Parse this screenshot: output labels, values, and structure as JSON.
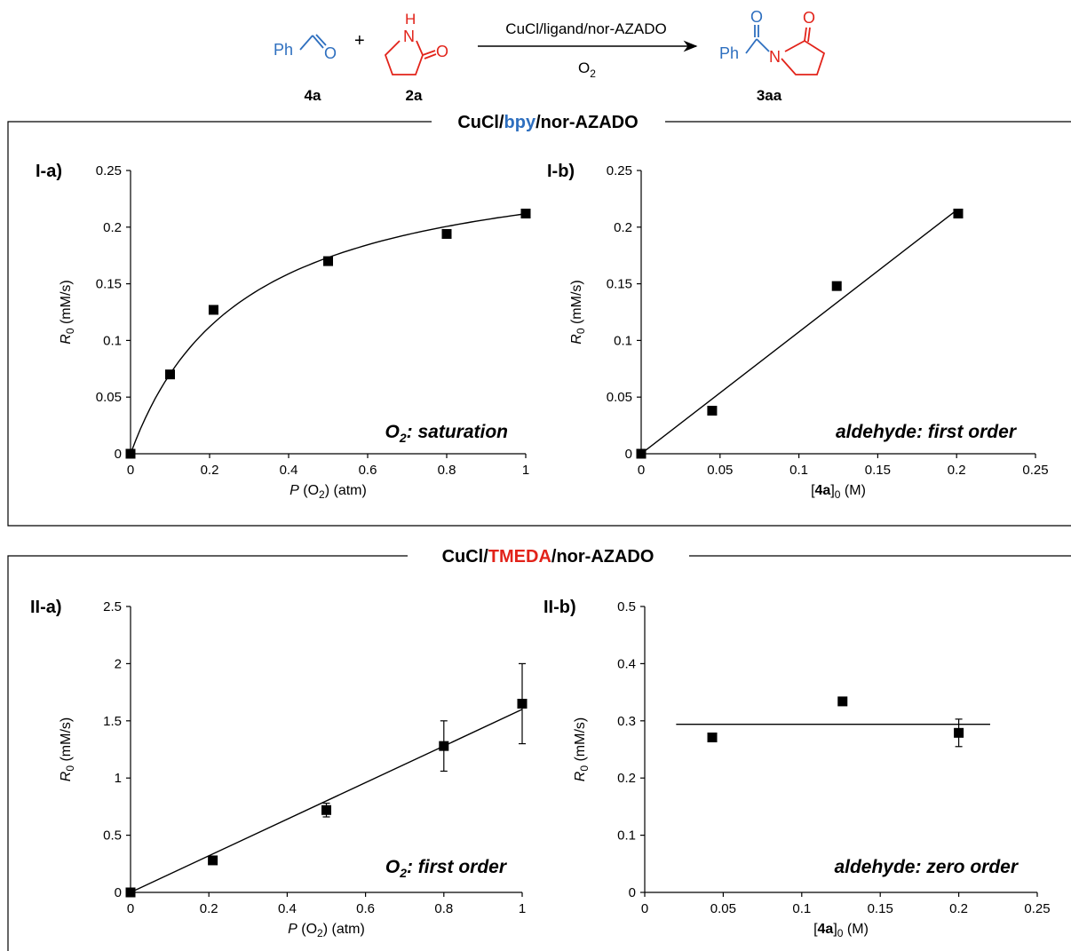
{
  "colors": {
    "blue": "#2e6fbf",
    "red": "#e2231a",
    "black": "#000000"
  },
  "scheme": {
    "reactant1_label": "Ph",
    "reactant1_o": "O",
    "plus": "+",
    "reactant2_nh": "H",
    "reactant2_n": "N",
    "reactant2_o": "O",
    "conditions_top": "CuCl/ligand/nor-AZADO",
    "conditions_bottom_main": "O",
    "conditions_bottom_sub": "2",
    "product_ph": "Ph",
    "product_o1": "O",
    "product_n": "N",
    "product_o2": "O",
    "cpd_4a": "4a",
    "cpd_2a": "2a",
    "cpd_3aa": "3aa"
  },
  "sections": [
    {
      "pre": "CuCl/",
      "ligand": "bpy",
      "ligand_color": "blue",
      "post": "/nor-AZADO"
    },
    {
      "pre": "CuCl/",
      "ligand": "TMEDA",
      "ligand_color": "red",
      "post": "/nor-AZADO"
    }
  ],
  "chart_data": [
    {
      "id": "I-a",
      "type": "scatter",
      "panel_label": "I-a)",
      "ylabel_main": "R",
      "ylabel_sub": "0",
      "ylabel_rest": " (mM/s)",
      "xlabel_italic": "P",
      "xlabel_mid": " (O",
      "xlabel_sub": "2",
      "xlabel_rest": ") (atm)",
      "xlim": [
        0,
        1
      ],
      "ylim": [
        0,
        0.25
      ],
      "xticks": [
        "0",
        "0.2",
        "0.4",
        "0.6",
        "0.8",
        "1"
      ],
      "yticks": [
        "0",
        "0.05",
        "0.1",
        "0.15",
        "0.2",
        "0.25"
      ],
      "points": [
        {
          "x": 0,
          "y": 0
        },
        {
          "x": 0.1,
          "y": 0.07
        },
        {
          "x": 0.21,
          "y": 0.127
        },
        {
          "x": 0.5,
          "y": 0.17
        },
        {
          "x": 0.8,
          "y": 0.194
        },
        {
          "x": 1,
          "y": 0.212
        }
      ],
      "fit": {
        "kind": "saturation",
        "vmax": 0.2725,
        "km": 0.2866,
        "x_from": 0,
        "x_to": 1
      },
      "annotation": {
        "main": "O",
        "sub": "2",
        "rest": ": saturation"
      }
    },
    {
      "id": "I-b",
      "type": "scatter",
      "panel_label": "I-b)",
      "ylabel_main": "R",
      "ylabel_sub": "0",
      "ylabel_rest": " (mM/s)",
      "xlabel_pre": "[",
      "xlabel_bold": "4a",
      "xlabel_mid": "]",
      "xlabel_sub": "0",
      "xlabel_rest": " (M)",
      "xlim": [
        0,
        0.25
      ],
      "ylim": [
        0,
        0.25
      ],
      "xticks": [
        "0",
        "0.05",
        "0.1",
        "0.15",
        "0.2",
        "0.25"
      ],
      "yticks": [
        "0",
        "0.05",
        "0.1",
        "0.15",
        "0.2",
        "0.25"
      ],
      "points": [
        {
          "x": 0,
          "y": 0
        },
        {
          "x": 0.045,
          "y": 0.038
        },
        {
          "x": 0.124,
          "y": 0.148
        },
        {
          "x": 0.201,
          "y": 0.212
        }
      ],
      "fit": {
        "kind": "linear",
        "slope": 1.075,
        "intercept": 0,
        "x_from": 0,
        "x_to": 0.2
      },
      "annotation": {
        "main": "aldehyde: first order"
      }
    },
    {
      "id": "II-a",
      "type": "scatter",
      "panel_label": "II-a)",
      "ylabel_main": "R",
      "ylabel_sub": "0",
      "ylabel_rest": " (mM/s)",
      "xlabel_italic": "P",
      "xlabel_mid": " (O",
      "xlabel_sub": "2",
      "xlabel_rest": ") (atm)",
      "xlim": [
        0,
        1
      ],
      "ylim": [
        0,
        2.5
      ],
      "xticks": [
        "0",
        "0.2",
        "0.4",
        "0.6",
        "0.8",
        "1"
      ],
      "yticks": [
        "0",
        "0.5",
        "1",
        "1.5",
        "2",
        "2.5"
      ],
      "points": [
        {
          "x": 0,
          "y": 0,
          "err": 0
        },
        {
          "x": 0.21,
          "y": 0.28,
          "err": 0
        },
        {
          "x": 0.5,
          "y": 0.72,
          "err": 0.06
        },
        {
          "x": 0.8,
          "y": 1.28,
          "err": 0.22
        },
        {
          "x": 1,
          "y": 1.65,
          "err": 0.35
        }
      ],
      "fit": {
        "kind": "linear",
        "slope": 1.6,
        "intercept": 0,
        "x_from": 0,
        "x_to": 1
      },
      "annotation": {
        "main": "O",
        "sub": "2",
        "rest": ": first order"
      }
    },
    {
      "id": "II-b",
      "type": "scatter",
      "panel_label": "II-b)",
      "ylabel_main": "R",
      "ylabel_sub": "0",
      "ylabel_rest": " (mM/s)",
      "xlabel_pre": "[",
      "xlabel_bold": "4a",
      "xlabel_mid": "]",
      "xlabel_sub": "0",
      "xlabel_rest": " (M)",
      "xlim": [
        0,
        0.25
      ],
      "ylim": [
        0,
        0.5
      ],
      "xticks": [
        "0",
        "0.05",
        "0.1",
        "0.15",
        "0.2",
        "0.25"
      ],
      "yticks": [
        "0",
        "0.1",
        "0.2",
        "0.3",
        "0.4",
        "0.5"
      ],
      "points": [
        {
          "x": 0.043,
          "y": 0.271,
          "err": 0
        },
        {
          "x": 0.126,
          "y": 0.334,
          "err": 0
        },
        {
          "x": 0.2,
          "y": 0.279,
          "err": 0.024
        }
      ],
      "fit": {
        "kind": "linear",
        "slope": 0,
        "intercept": 0.294,
        "x_from": 0.02,
        "x_to": 0.22
      },
      "annotation": {
        "main": "aldehyde: zero order"
      }
    }
  ]
}
